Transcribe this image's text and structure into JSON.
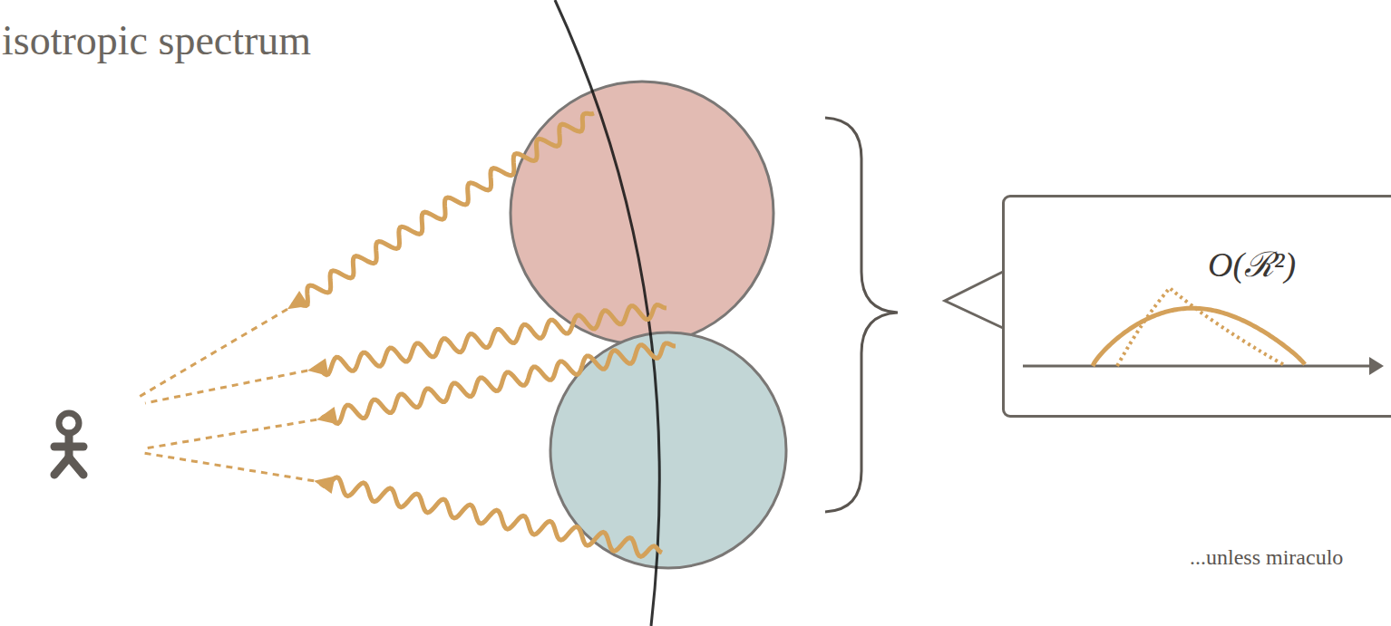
{
  "diagram": {
    "nodes": [
      {
        "text": [
          "O(ℛ²)"
        ]
      }
    ],
    "labels": [
      "isotropic spectrum",
      "...unless miraculo"
    ]
  }
}
